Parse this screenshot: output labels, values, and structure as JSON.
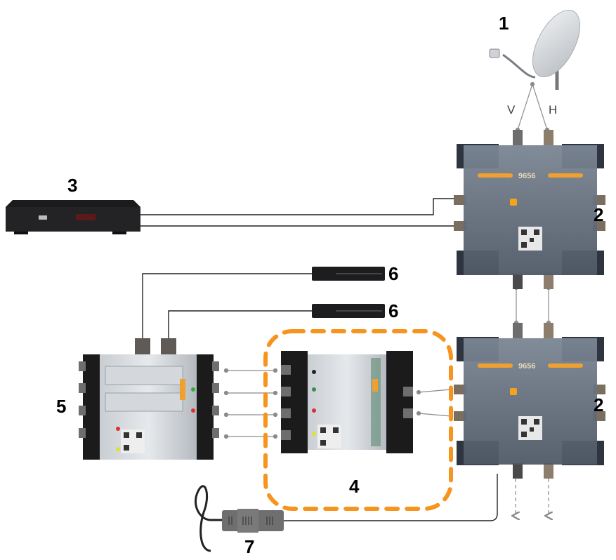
{
  "diagram": {
    "title": "Satellite distribution installation with cascaded multiswitches",
    "labels": {
      "dish": "1",
      "multiswitch_top": "2",
      "multiswitch_bottom": "2",
      "receiver_main": "3",
      "module": "4",
      "unicable_switch": "5",
      "receiver_a": "6",
      "receiver_b": "6",
      "power_supply": "7"
    },
    "polarization": {
      "vertical": "V",
      "horizontal": "H"
    },
    "device_text": {
      "multiswitch_model": "9656"
    },
    "colors": {
      "highlight_border": "#f7941d",
      "device_body": "#5f6b79",
      "cable": "#222222",
      "connector_line": "#8a8a8a"
    }
  }
}
